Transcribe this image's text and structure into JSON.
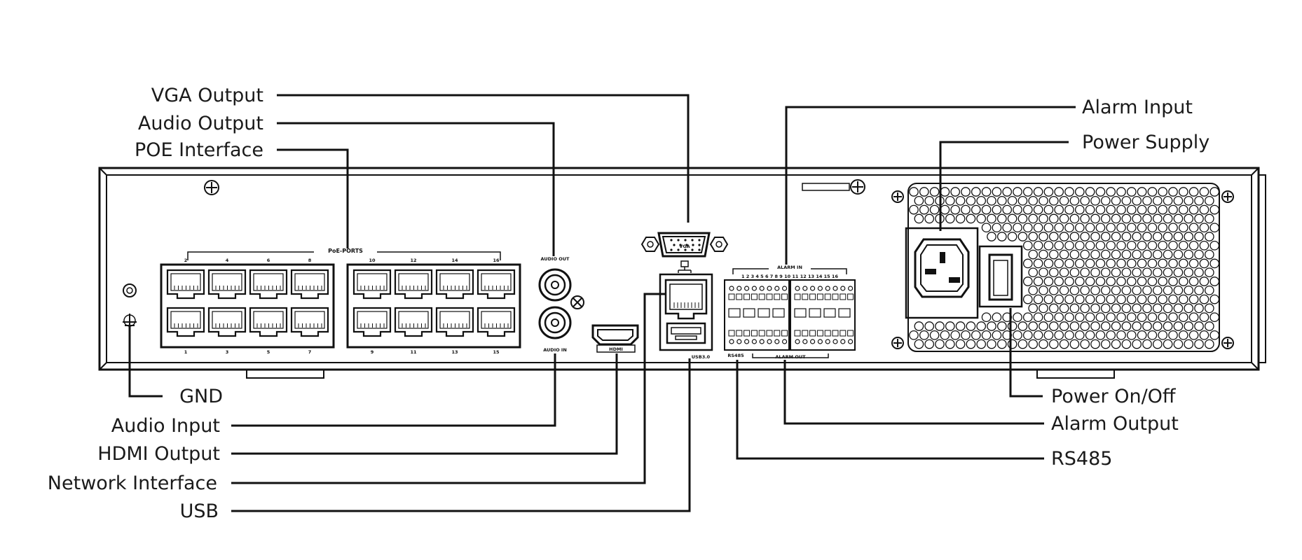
{
  "labels": {
    "vga_output": "VGA Output",
    "audio_output": "Audio Output",
    "poe_interface": "POE Interface",
    "alarm_input": "Alarm Input",
    "power_supply": "Power Supply",
    "gnd": "GND",
    "audio_input": "Audio Input",
    "hdmi_output": "HDMI Output",
    "network_interface": "Network Interface",
    "usb": "USB",
    "power_onoff": "Power On/Off",
    "alarm_output": "Alarm Output",
    "rs485": "RS485"
  },
  "panel": {
    "poe_ports_title": "PoE-PORTS",
    "poe_top_numbers": [
      "2",
      "4",
      "6",
      "8",
      "10",
      "12",
      "14",
      "16"
    ],
    "poe_bottom_numbers": [
      "1",
      "3",
      "5",
      "7",
      "9",
      "11",
      "13",
      "15"
    ],
    "vga_label": "VGA",
    "audio_out_label": "AUDIO OUT",
    "audio_in_label": "AUDIO IN",
    "hdmi_label": "HDMI",
    "usb_label": "USB3.0",
    "alarm_in_label": "ALARM IN",
    "alarm_out_label": "ALARM OUT",
    "rs485_label": "RS485",
    "alarm_in_numbers": "1 2 3 4 5 6 7 8   9 10 11 12 13 14 15 16"
  },
  "colors": {
    "line": "#111111",
    "panel_fill": "#ffffff"
  }
}
